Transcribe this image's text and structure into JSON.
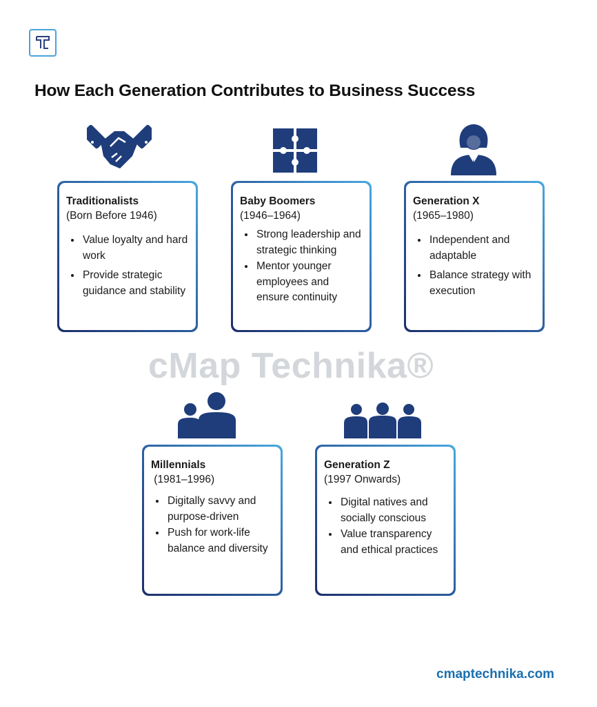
{
  "title": "How Each Generation Contributes to Business Success",
  "watermark": "cMap Technika®",
  "footer_url": "cmaptechnika.com",
  "colors": {
    "icon": "#1f3d7a",
    "accent": "#1a6fb0",
    "border_light": "#49a8e0",
    "border_dark": "#1c2f6b"
  },
  "generations": [
    {
      "name": "Traditionalists",
      "years": "(Born Before 1946)",
      "icon": "handshake-icon",
      "points": [
        "Value loyalty and hard work",
        "Provide strategic guidance and stability"
      ]
    },
    {
      "name": "Baby Boomers",
      "years": "(1946–1964)",
      "icon": "puzzle-icon",
      "points": [
        "Strong leadership and strategic thinking",
        "Mentor younger employees and ensure continuity"
      ]
    },
    {
      "name": "Generation X",
      "years": "(1965–1980)",
      "icon": "businesswoman-icon",
      "points": [
        "Independent and adaptable",
        "Balance strategy with execution"
      ]
    },
    {
      "name": "Millennials",
      "years": " (1981–1996)",
      "icon": "two-people-icon",
      "points": [
        "Digitally savvy and purpose-driven",
        "Push for work-life balance and diversity"
      ]
    },
    {
      "name": "Generation Z",
      "years": "(1997 Onwards)",
      "icon": "group-icon",
      "points": [
        "Digital natives and socially conscious",
        "Value transparency and ethical practices"
      ]
    }
  ]
}
